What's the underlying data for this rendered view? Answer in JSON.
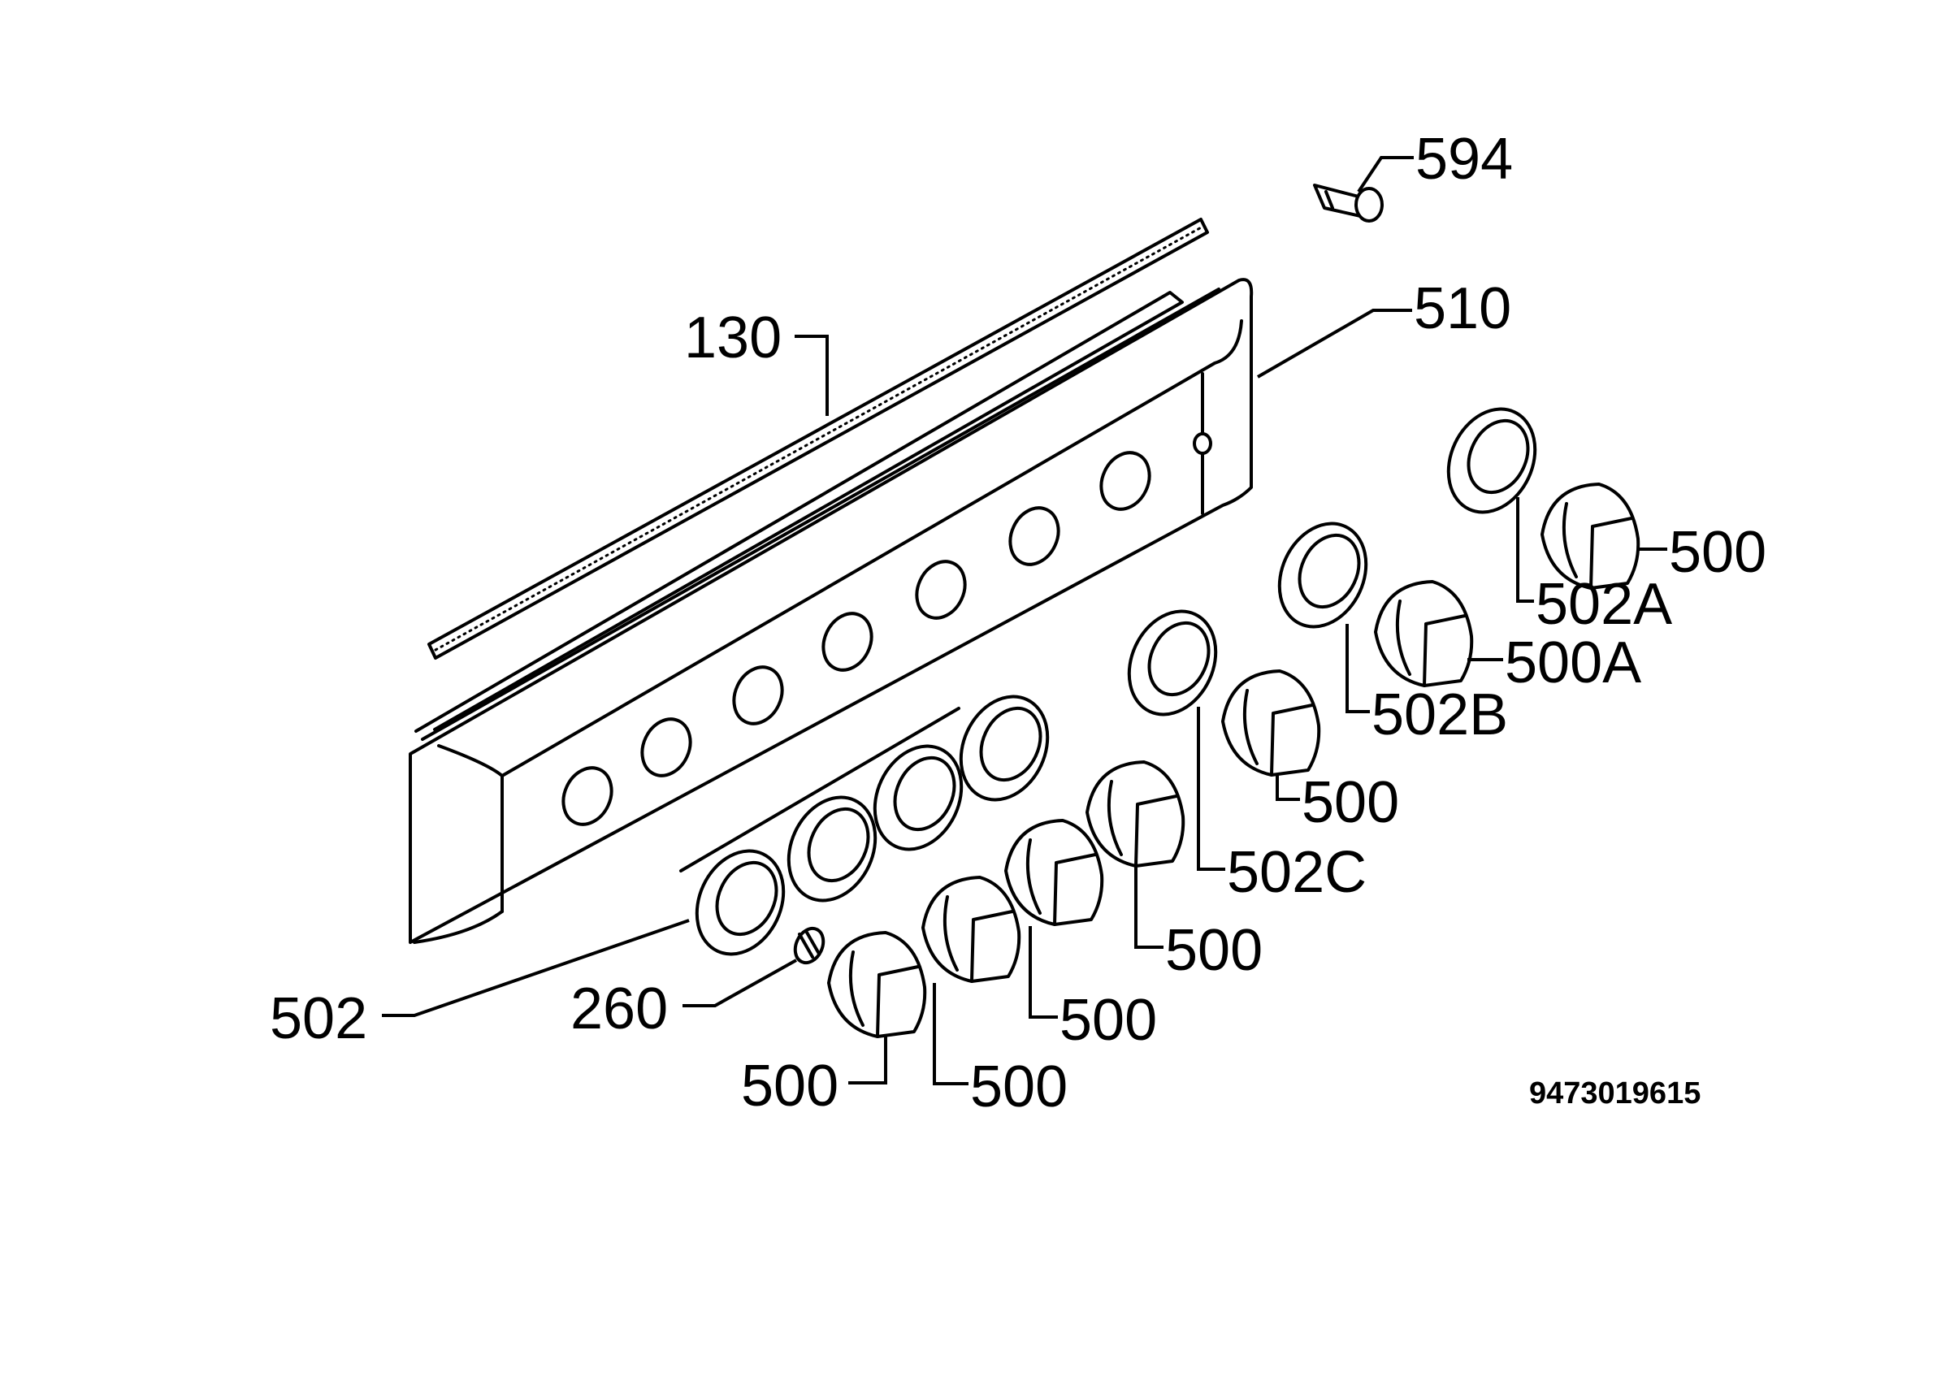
{
  "labels": {
    "p594": "594",
    "p510": "510",
    "p130": "130",
    "p502": "502",
    "p502A": "502A",
    "p502B": "502B",
    "p502C": "502C",
    "p500": "500",
    "p500A": "500A",
    "p260": "260"
  },
  "drawing_code": "9473019615",
  "colors": {
    "line": "#000000",
    "background": "#ffffff"
  }
}
